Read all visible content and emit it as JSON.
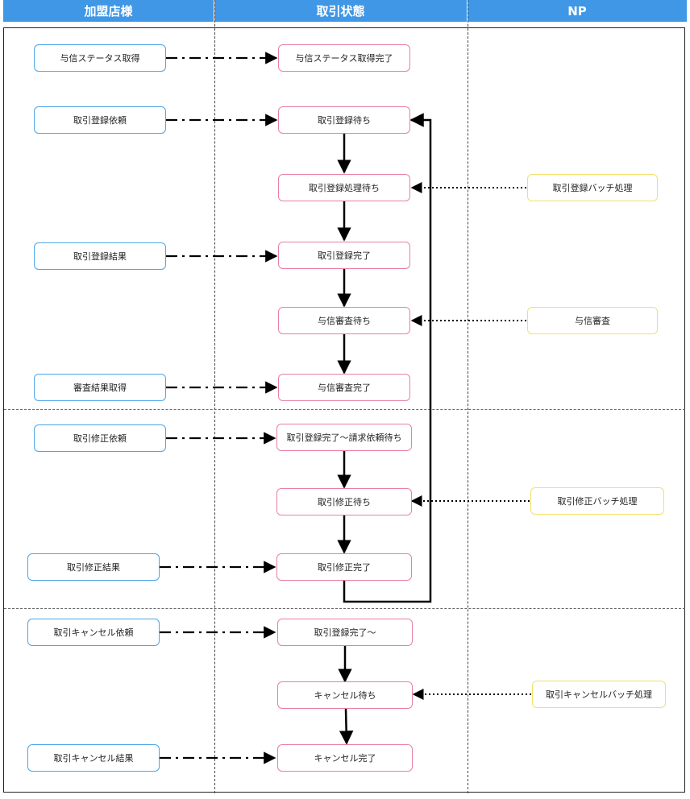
{
  "headers": {
    "merchant": "加盟店様",
    "transaction_status": "取引状態",
    "np": "NP"
  },
  "merchant_actions": [
    "与信ステータス取得",
    "取引登録依頼",
    "取引登録結果",
    "審査結果取得",
    "取引修正依頼",
    "取引修正結果",
    "取引キャンセル依頼",
    "取引キャンセル結果"
  ],
  "statuses": [
    "与信ステータス取得完了",
    "取引登録待ち",
    "取引登録処理待ち",
    "取引登録完了",
    "与信審査待ち",
    "与信審査完了",
    "取引登録完了～請求依頼待ち",
    "取引修正待ち",
    "取引修正完了",
    "取引登録完了～",
    "キャンセル待ち",
    "キャンセル完了"
  ],
  "np_processes": [
    "取引登録バッチ処理",
    "与信審査",
    "取引修正バッチ処理",
    "取引キャンセルバッチ処理"
  ],
  "colors": {
    "header": "#3f97e6",
    "merchant_border": "#4da6e8",
    "status_border": "#e87fa6",
    "np_border": "#f3e06a"
  }
}
